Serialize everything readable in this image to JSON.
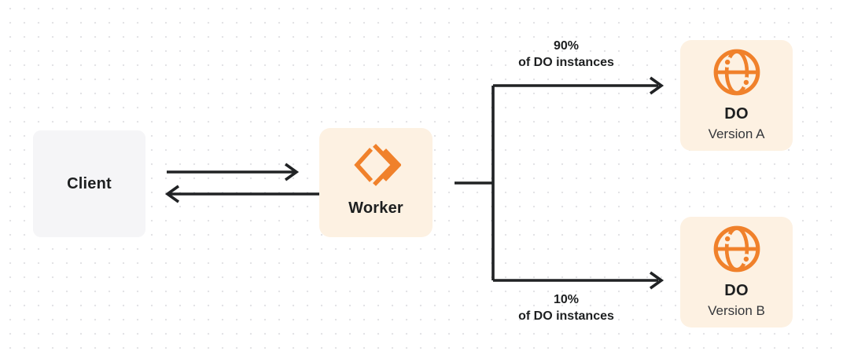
{
  "colors": {
    "accent_orange": "#F0812B",
    "node_cream_bg": "#FDF1E2",
    "client_gray_bg": "#F5F5F7",
    "arrow_dark": "#202224",
    "text_dark": "#1D1F20",
    "subtitle_gray": "#35373B",
    "dot_grid": "#E3E3E6"
  },
  "nodes": {
    "client": {
      "label": "Client"
    },
    "worker": {
      "label": "Worker",
      "icon": "workers-icon"
    },
    "do_version_a": {
      "title": "DO",
      "subtitle": "Version A",
      "icon": "durable-object-globe-icon"
    },
    "do_version_b": {
      "title": "DO",
      "subtitle": "Version B",
      "icon": "durable-object-globe-icon"
    }
  },
  "labels": {
    "top_split": {
      "percent": "90%",
      "caption": "of DO instances"
    },
    "bottom_split": {
      "percent": "10%",
      "caption": "of DO instances"
    }
  }
}
